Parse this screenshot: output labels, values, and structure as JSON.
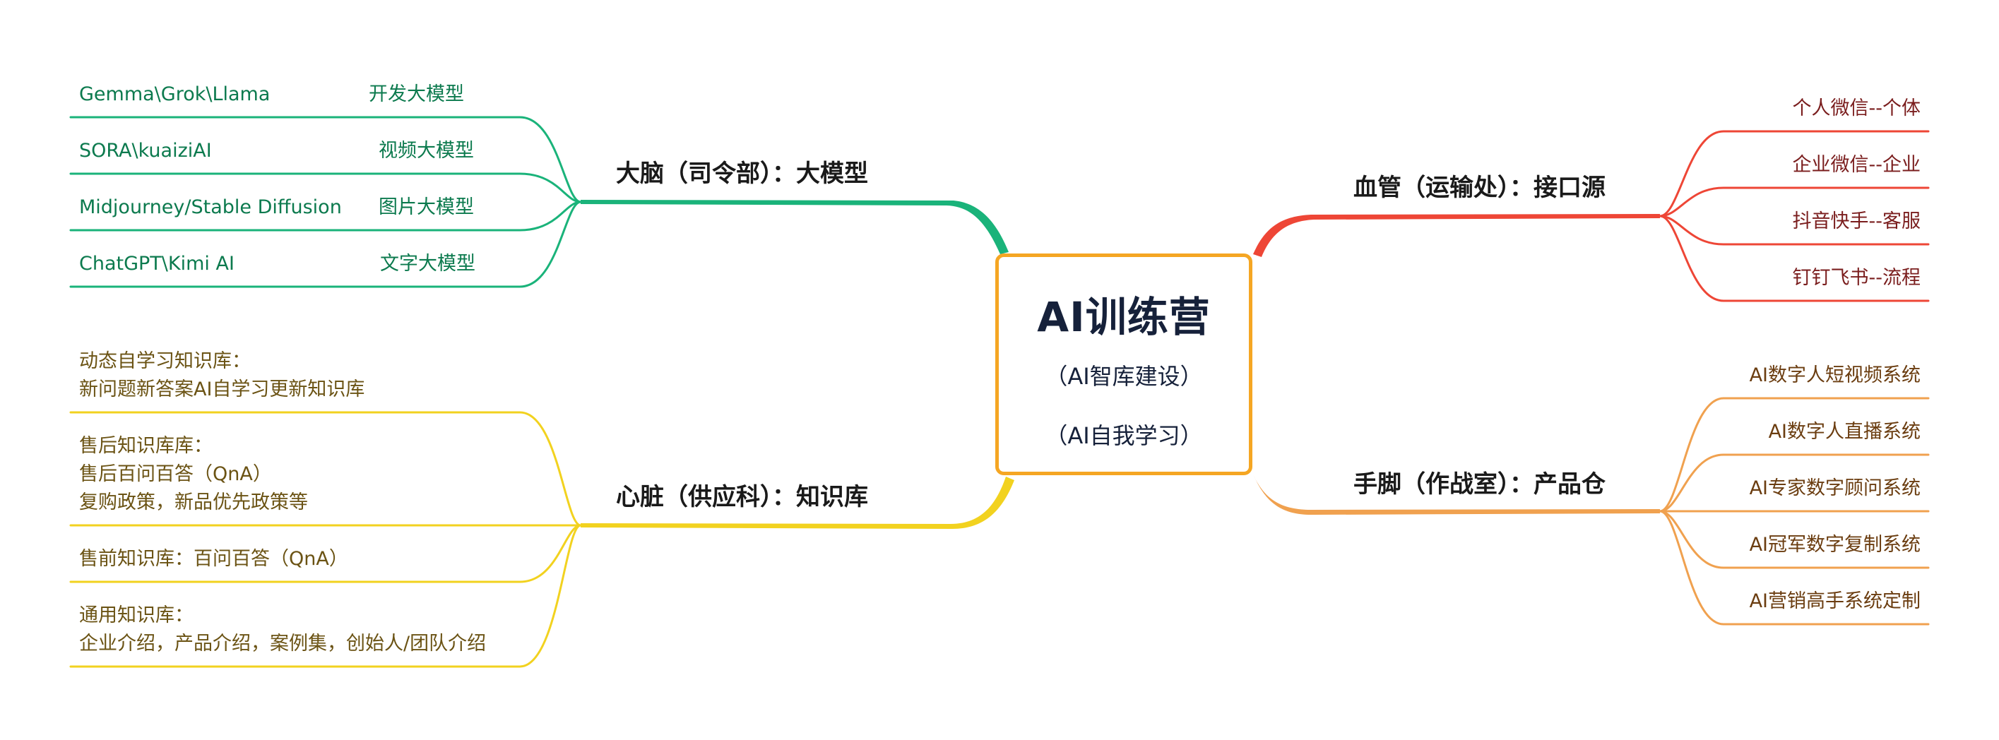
{
  "center": {
    "title": "AI训练营",
    "subtitle_1": "（AI智库建设）",
    "subtitle_2": "（AI自我学习）",
    "border_color": "#f5a623"
  },
  "branches": {
    "brain": {
      "label": "大脑（司令部）：大模型",
      "color": "#1ab37a",
      "items": [
        {
          "name": "Gemma\\Grok\\Llama",
          "type": "开发大模型"
        },
        {
          "name": "SORA\\kuaiziAI",
          "type": "视频大模型"
        },
        {
          "name": "Midjourney/Stable Diffusion",
          "type": "图片大模型"
        },
        {
          "name": "ChatGPT\\Kimi AI",
          "type": "文字大模型"
        }
      ]
    },
    "heart": {
      "label": "心脏（供应科）：知识库",
      "color": "#f2d21f",
      "items": [
        {
          "lines": [
            "动态自学习知识库：",
            "新问题新答案AI自学习更新知识库"
          ]
        },
        {
          "lines": [
            "售后知识库库：",
            "售后百问百答（QnA）",
            "复购政策，新品优先政策等"
          ]
        },
        {
          "lines": [
            "售前知识库：百问百答（QnA）"
          ]
        },
        {
          "lines": [
            "通用知识库：",
            "企业介绍，产品介绍，案例集，创始人/团队介绍"
          ]
        }
      ]
    },
    "vessel": {
      "label": "血管（运输处）：接口源",
      "color": "#ee4636",
      "items": [
        "个人微信--个体",
        "企业微信--企业",
        "抖音快手--客服",
        "钉钉飞书--流程"
      ]
    },
    "limbs": {
      "label": "手脚（作战室）：产品仓",
      "color": "#f0a14f",
      "items": [
        "AI数字人短视频系统",
        "AI数字人直播系统",
        "AI专家数字顾问系统",
        "AI冠军数字复制系统",
        "AI营销高手系统定制"
      ]
    }
  }
}
